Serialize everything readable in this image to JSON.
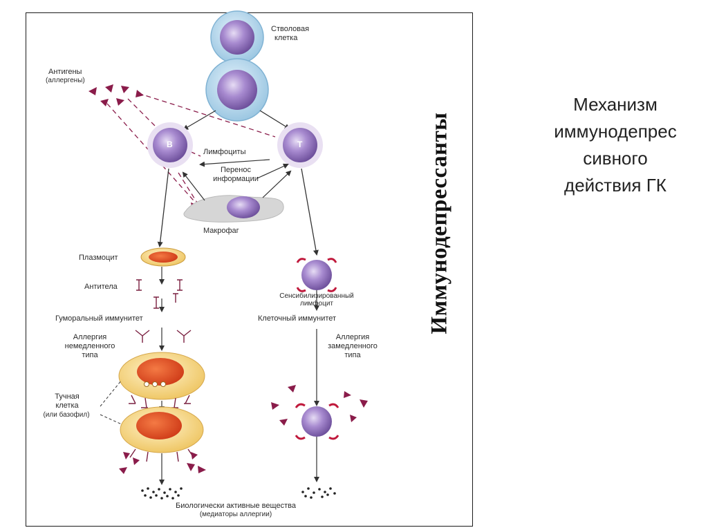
{
  "slide_title": [
    "Механизм",
    "иммунодепрес",
    "сивного",
    "действия ГК"
  ],
  "vertical_title": "Иммунодепрессанты",
  "labels": {
    "stem_cell_1": "Стволовая",
    "stem_cell_2": "клетка",
    "antigens": "Антигены",
    "allergens": "(аллергены)",
    "b": "B",
    "t": "T",
    "lymphocytes": "Лимфоциты",
    "transfer_1": "Перенос",
    "transfer_2": "информации",
    "macrophage": "Макрофаг",
    "plasmocyte": "Плазмоцит",
    "antibodies": "Антитела",
    "humoral": "Гуморальный иммунитет",
    "allergy_imm_1": "Аллергия",
    "allergy_imm_2": "немедленного",
    "allergy_imm_3": "типа",
    "mast_1": "Тучная",
    "mast_2": "клетка",
    "mast_3": "(или базофил)",
    "sensitized_1": "Сенсибилизированный",
    "sensitized_2": "лимфоцит",
    "cellular": "Клеточный иммунитет",
    "allergy_del_1": "Аллергия",
    "allergy_del_2": "замедленного",
    "allergy_del_3": "типа",
    "bio_1": "Биологически активные вещества",
    "bio_2": "(медиаторы аллергии)"
  },
  "colors": {
    "cell_purple": "#8f72b8",
    "cell_blue_ring": "#a9cfe6",
    "mast_cell": "#f5d788",
    "nucleus": "#e0552a",
    "antigen": "#8a1c4a",
    "receptor": "#c0193c"
  }
}
